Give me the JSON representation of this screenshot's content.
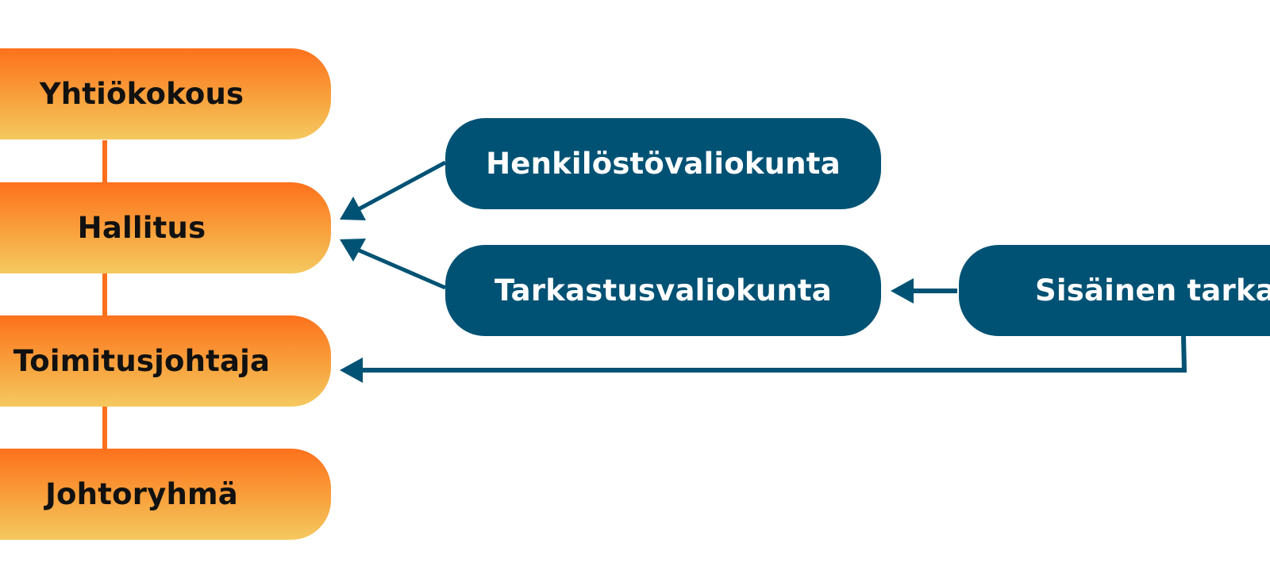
{
  "governance_chain": [
    {
      "id": "yhtiokokous",
      "label": "Yhtiökokous"
    },
    {
      "id": "hallitus",
      "label": "Hallitus"
    },
    {
      "id": "toimitusjohtaja",
      "label": "Toimitusjohtaja"
    },
    {
      "id": "johtoryhma",
      "label": "Johtoryhmä"
    }
  ],
  "committees": [
    {
      "id": "henkilostovaliokunta",
      "label": "Henkilöstövaliokunta"
    },
    {
      "id": "tarkastusvaliokunta",
      "label": "Tarkastusvaliokunta"
    }
  ],
  "internal_audit": {
    "label": "Sisäinen tarkastus"
  },
  "colors": {
    "governance_top": "#fd711c",
    "governance_bottom": "#f5c960",
    "committee": "#005274",
    "chain_line": "#fd711c",
    "arrow": "#005274"
  }
}
